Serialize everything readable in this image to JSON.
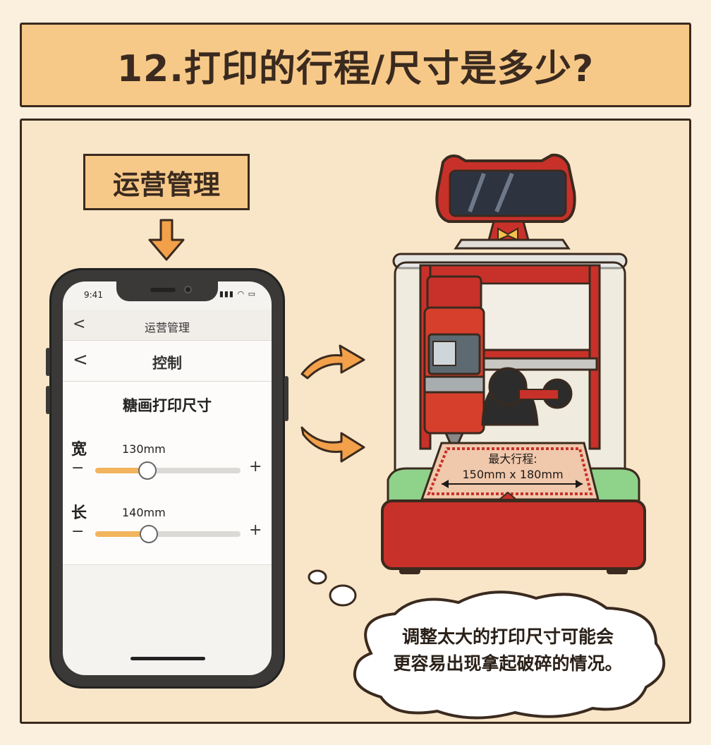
{
  "title": "12.打印的行程/尺寸是多少?",
  "label_box": "运营管理",
  "phone": {
    "time": "9:41",
    "nav_title": "运营管理",
    "nav_back": "<",
    "page_title": "控制",
    "page_back": "<",
    "section_title": "糖画打印尺寸",
    "sliders": [
      {
        "label": "宽",
        "value_text": "130mm",
        "minus": "−",
        "plus": "+",
        "fill_fraction": 0.36
      },
      {
        "label": "长",
        "value_text": "140mm",
        "minus": "−",
        "plus": "+",
        "fill_fraction": 0.37
      }
    ]
  },
  "machine": {
    "travel_label": "最大行程:",
    "travel_value": "150mm x 180mm"
  },
  "bubble": {
    "line1": "调整太大的打印尺寸可能会",
    "line2": "更容易出现拿起破碎的情况。"
  },
  "colors": {
    "accent_orange": "#f2a04a",
    "banner": "#f7c988",
    "machine_red": "#c8312a"
  }
}
